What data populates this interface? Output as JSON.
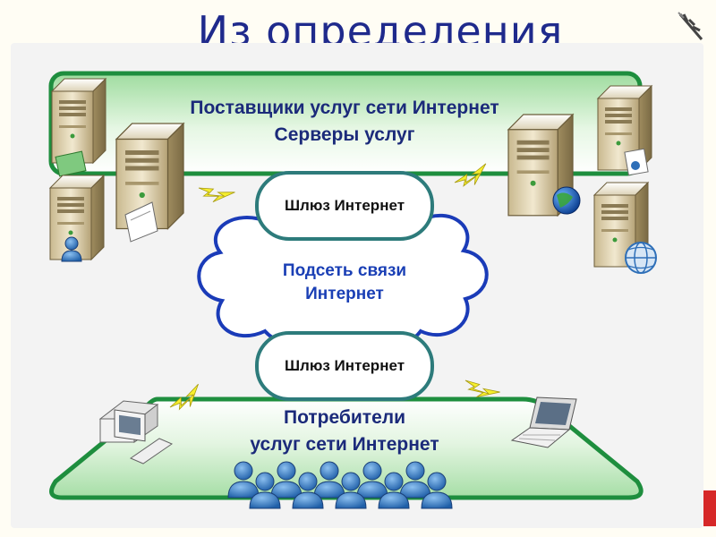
{
  "title": "Из определения",
  "providers": {
    "line1": "Поставщики услуг сети Интернет",
    "line2": "Серверы услуг"
  },
  "gateway_top": "Шлюз Интернет",
  "subnet": {
    "line1": "Подсеть связи",
    "line2": "Интернет"
  },
  "gateway_bottom": "Шлюз Интернет",
  "consumers": {
    "line1": "Потребители",
    "line2": "услуг сети Интернет"
  },
  "icons": [
    "server-icon",
    "globe-icon",
    "desktop-computer-icon",
    "laptop-icon",
    "user-icon",
    "lightning-icon",
    "cloud-icon"
  ],
  "colors": {
    "title": "#1f2a8c",
    "label": "#1b2a7a",
    "subnet_label": "#1a3fb5",
    "band_border": "#1e8e3e",
    "band_fill": "#b8e6b8",
    "gateway_border": "#2d7b7b",
    "cloud_border": "#1a3bb8",
    "people": "#2e6fb8"
  }
}
